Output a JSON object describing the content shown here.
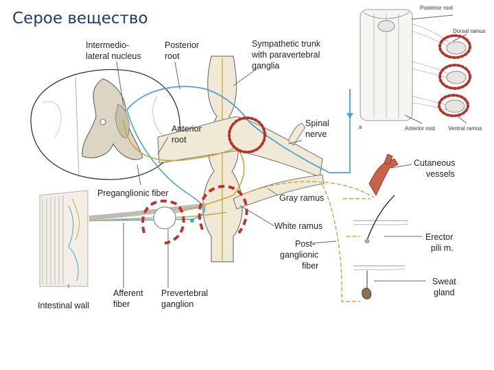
{
  "slide": {
    "title": "Серое вещество"
  },
  "labels": {
    "intermediolateral": [
      "Intermedio-",
      "lateral nucleus"
    ],
    "posterior_root": [
      "Posterior",
      "root"
    ],
    "sympathetic_trunk": [
      "Sympathetic trunk",
      "with paravertebral",
      "ganglia"
    ],
    "anterior_root": [
      "Anterior",
      "root"
    ],
    "spinal_nerve": [
      "Spinal",
      "nerve"
    ],
    "preganglionic": "Preganglionic fiber",
    "gray_ramus": "Gray ramus",
    "white_ramus": "White ramus",
    "postganglionic": [
      "Post-",
      "ganglionic",
      "fiber"
    ],
    "cutaneous_vessels": [
      "Cutaneous",
      "vessels"
    ],
    "erector_pili": [
      "Erector",
      "pili m."
    ],
    "sweat_gland": [
      "Sweat",
      "gland"
    ],
    "intestinal_wall": "Intestinal wall",
    "afferent_fiber": [
      "Afferent",
      "fiber"
    ],
    "prevertebral_ganglion": [
      "Prevertebral",
      "ganglion"
    ]
  },
  "inset_labels": {
    "posterior_root": "Posterior root",
    "dorsal_ramus": "Dorsal ramus",
    "anterior_root": "Anterior root",
    "ventral_ramus": "Ventral ramus",
    "panel_letter": "a"
  },
  "colors": {
    "title": "#1f3b6b",
    "efferent": "#c9a63a",
    "afferent": "#4aa3d8",
    "annotation": "#c0302a",
    "nerve_fill": "#efe9d6",
    "vessel": "#c8634a"
  }
}
